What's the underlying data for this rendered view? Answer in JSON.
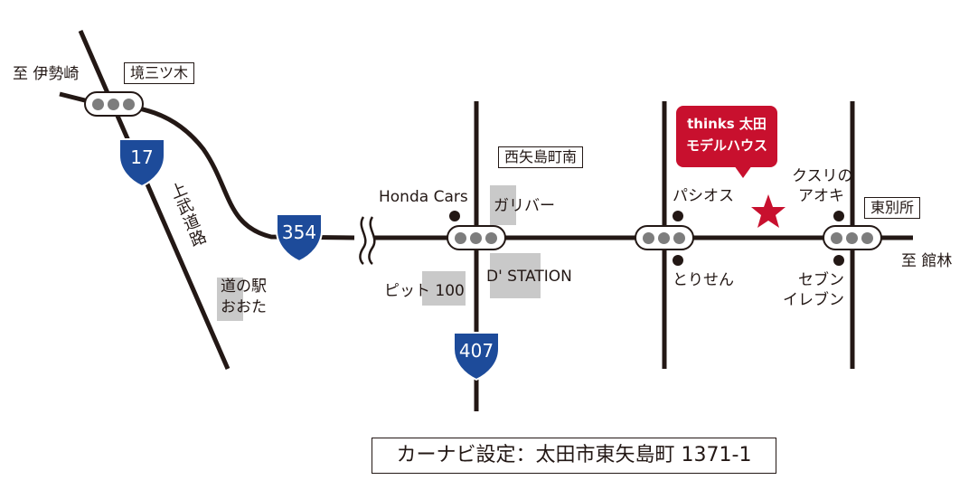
{
  "directions": {
    "to_isesaki": "至 伊勢崎",
    "to_tatebayashi": "至 館林"
  },
  "intersections": {
    "sakai_mitsuki": "境三ツ木",
    "nishiyajima_cho_minami": "西矢島町南",
    "higashi_bessho": "東別所"
  },
  "roads": {
    "joubu_road": "上武道路"
  },
  "route_shields": {
    "r17": "17",
    "r354": "354",
    "r407": "407"
  },
  "landmarks": {
    "honda_cars": "Honda Cars",
    "gulliver": "ガリバー",
    "d_station": "D' STATION",
    "pit100": "ピット 100",
    "michinoeki_ota": [
      "道の駅",
      "おおた"
    ],
    "pasio": "パシオス",
    "torisen": "とりせん",
    "kusuri_no_aoki": [
      "クスリの",
      "アオキ"
    ],
    "seven_eleven": [
      "セブン",
      "イレブン"
    ]
  },
  "destination": {
    "name_line1": "thinks 太田",
    "name_line2": "モデルハウス",
    "marker_color": "#c8102e"
  },
  "nav_setting": "カーナビ設定：太田市東矢島町 1371-1",
  "colors": {
    "road": "#231815",
    "shield": "#1d4b9a",
    "signal_lamp": "#7d7d7d",
    "landmark_fill": "#c9c9c9",
    "accent": "#c8102e"
  }
}
